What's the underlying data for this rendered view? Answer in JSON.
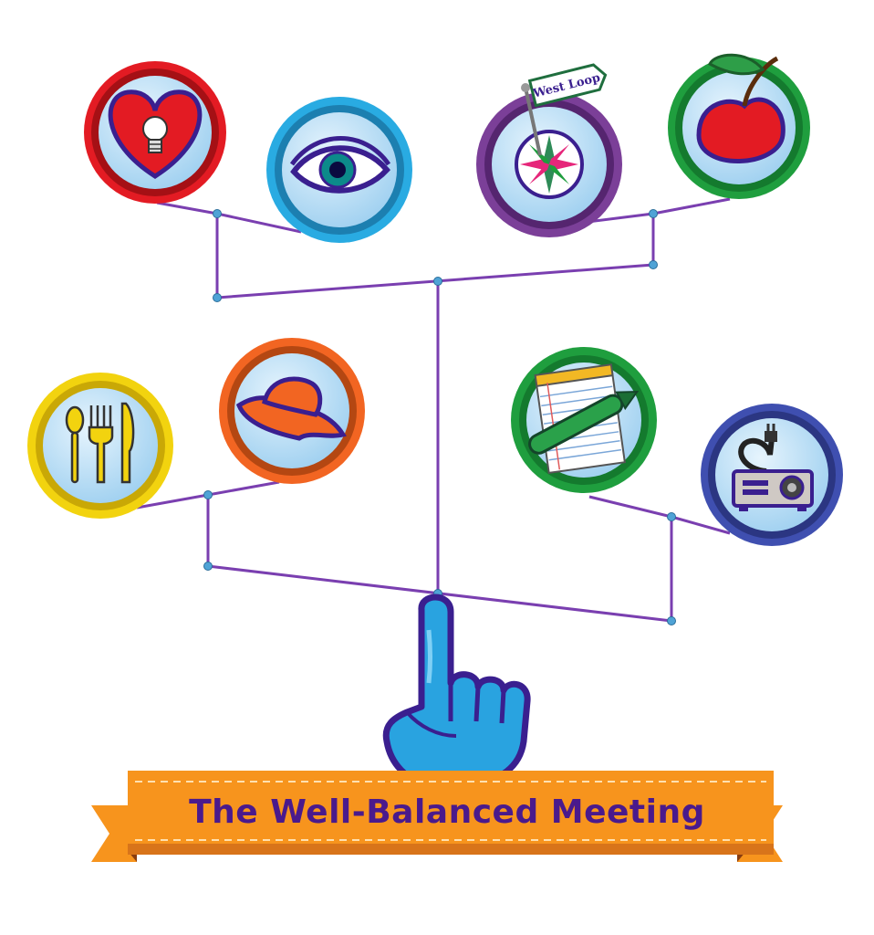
{
  "banner": {
    "title": "The Well-Balanced Meeting"
  },
  "signpost": {
    "label": "West Loop"
  },
  "colors": {
    "line": "#7a3fb0",
    "node": "#4fa3d6",
    "icon_fill": "#bde0f7",
    "banner": "#f7941d",
    "banner_dark": "#c2621a",
    "text": "#4a1a8c",
    "hand": "#29a3e0",
    "hand_outline": "#3a1f8f"
  },
  "icons": [
    {
      "id": "heart-lightbulb",
      "ring": "#e31b23"
    },
    {
      "id": "eye",
      "ring": "#29abe2"
    },
    {
      "id": "compass",
      "ring": "#7b3f98"
    },
    {
      "id": "cherry",
      "ring": "#1f9e3e"
    },
    {
      "id": "utensils",
      "ring": "#f2d30f"
    },
    {
      "id": "hat",
      "ring": "#f26522"
    },
    {
      "id": "notepad-pen",
      "ring": "#1f9e3e"
    },
    {
      "id": "projector",
      "ring": "#3f4fb0"
    }
  ]
}
